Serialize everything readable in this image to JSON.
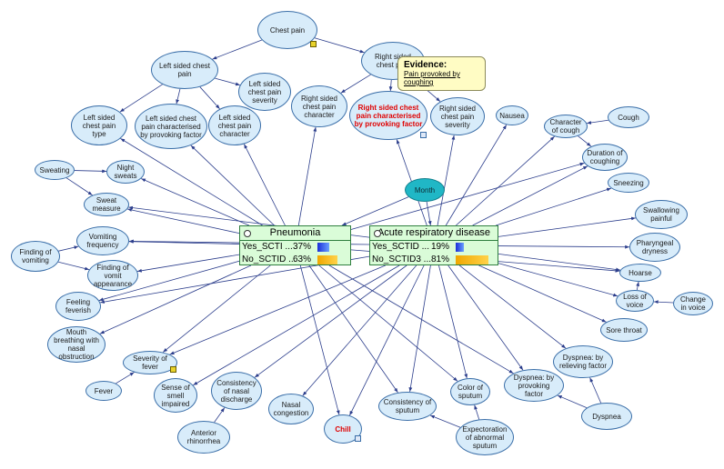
{
  "nodes": [
    {
      "id": "chest_pain",
      "label": "Chest pain",
      "marker": "yellow"
    },
    {
      "id": "left_chest_pain",
      "label": "Left sided chest pain"
    },
    {
      "id": "right_chest_pain",
      "label": "Right sided chest pain"
    },
    {
      "id": "left_severity",
      "label": "Left sided chest pain severity"
    },
    {
      "id": "left_type",
      "label": "Left sided chest pain type"
    },
    {
      "id": "left_provoking",
      "label": "Left sided chest pain characterised by provoking factor"
    },
    {
      "id": "left_character",
      "label": "Left sided chest pain character"
    },
    {
      "id": "right_character",
      "label": "Right sided chest pain character"
    },
    {
      "id": "right_provoking",
      "label": "Right sided chest pain characterised by provoking factor",
      "red": true,
      "marker": "blue"
    },
    {
      "id": "right_severity",
      "label": "Right sided chest pain severity"
    },
    {
      "id": "nausea",
      "label": "Nausea"
    },
    {
      "id": "character_cough",
      "label": "Character of cough"
    },
    {
      "id": "cough",
      "label": "Cough"
    },
    {
      "id": "duration_coughing",
      "label": "Duration of coughing"
    },
    {
      "id": "sweating",
      "label": "Sweating"
    },
    {
      "id": "night_sweats",
      "label": "Night sweats"
    },
    {
      "id": "sweat_measure",
      "label": "Sweat measure"
    },
    {
      "id": "month",
      "label": "Month",
      "teal": true
    },
    {
      "id": "sneezing",
      "label": "Sneezing"
    },
    {
      "id": "swallowing_painful",
      "label": "Swallowing painful"
    },
    {
      "id": "pharyngeal_dryness",
      "label": "Pharyngeal dryness"
    },
    {
      "id": "hoarse",
      "label": "Hoarse"
    },
    {
      "id": "loss_voice",
      "label": "Loss of voice"
    },
    {
      "id": "change_voice",
      "label": "Change in voice"
    },
    {
      "id": "sore_throat",
      "label": "Sore throat"
    },
    {
      "id": "finding_vomiting",
      "label": "Finding of vomiting"
    },
    {
      "id": "vomiting_frequency",
      "label": "Vomiting frequency"
    },
    {
      "id": "vomit_appearance",
      "label": "Finding of vomit appearance"
    },
    {
      "id": "feeling_feverish",
      "label": "Feeling feverish"
    },
    {
      "id": "mouth_breathing",
      "label": "Mouth breathing with nasal obstruction"
    },
    {
      "id": "severity_fever",
      "label": "Severity of fever",
      "marker": "yellow"
    },
    {
      "id": "fever",
      "label": "Fever"
    },
    {
      "id": "sense_smell",
      "label": "Sense of smell impaired"
    },
    {
      "id": "nasal_discharge",
      "label": "Consistency of nasal discharge"
    },
    {
      "id": "anterior_rhinorrhea",
      "label": "Anterior rhinorrhea"
    },
    {
      "id": "nasal_congestion",
      "label": "Nasal congestion"
    },
    {
      "id": "chill",
      "label": "Chill",
      "red": true,
      "marker": "blue"
    },
    {
      "id": "consistency_sputum",
      "label": "Consistency of sputum"
    },
    {
      "id": "color_sputum",
      "label": "Color of sputum"
    },
    {
      "id": "expectoration",
      "label": "Expectoration of abnormal sputum"
    },
    {
      "id": "dyspnea_provoking",
      "label": "Dyspnea: by provoking factor"
    },
    {
      "id": "dyspnea_relieving",
      "label": "Dyspnea: by relieving factor"
    },
    {
      "id": "dyspnea",
      "label": "Dyspnea"
    }
  ],
  "probability_nodes": [
    {
      "id": "pneumonia",
      "title": "Pneumonia",
      "rows": [
        {
          "label": "Yes_SCTI ...",
          "value": "37%",
          "fraction": 0.37,
          "color": "blue"
        },
        {
          "label": "No_SCTID ...",
          "value": "63%",
          "fraction": 0.63,
          "color": "orange"
        }
      ]
    },
    {
      "id": "ard",
      "title": "Acute respiratory disease",
      "rows": [
        {
          "label": "Yes_SCTID ...",
          "value": "19%",
          "fraction": 0.19,
          "color": "blue"
        },
        {
          "label": "No_SCTID3 ...",
          "value": "81%",
          "fraction": 0.81,
          "color": "orange"
        }
      ]
    }
  ],
  "evidence": {
    "heading": "Evidence:",
    "text": "Pain provoked by coughing"
  },
  "edges": [
    [
      "chest_pain",
      "left_chest_pain"
    ],
    [
      "chest_pain",
      "right_chest_pain"
    ],
    [
      "left_chest_pain",
      "left_type"
    ],
    [
      "left_chest_pain",
      "left_provoking"
    ],
    [
      "left_chest_pain",
      "left_character"
    ],
    [
      "left_chest_pain",
      "left_severity"
    ],
    [
      "right_chest_pain",
      "right_character"
    ],
    [
      "right_chest_pain",
      "right_provoking"
    ],
    [
      "right_chest_pain",
      "right_severity"
    ],
    [
      "cough",
      "character_cough"
    ],
    [
      "character_cough",
      "duration_coughing"
    ],
    [
      "sweating",
      "night_sweats"
    ],
    [
      "sweating",
      "sweat_measure"
    ],
    [
      "finding_vomiting",
      "vomiting_frequency"
    ],
    [
      "finding_vomiting",
      "vomit_appearance"
    ],
    [
      "fever",
      "severity_fever"
    ],
    [
      "anterior_rhinorrhea",
      "nasal_discharge"
    ],
    [
      "expectoration",
      "consistency_sputum"
    ],
    [
      "expectoration",
      "color_sputum"
    ],
    [
      "change_voice",
      "loss_voice"
    ],
    [
      "loss_voice",
      "hoarse"
    ],
    [
      "dyspnea",
      "dyspnea_provoking"
    ],
    [
      "dyspnea",
      "dyspnea_relieving"
    ],
    [
      "month",
      "ard"
    ],
    [
      "month",
      "pneumonia"
    ],
    [
      "pneumonia",
      "left_type"
    ],
    [
      "pneumonia",
      "left_provoking"
    ],
    [
      "pneumonia",
      "left_character"
    ],
    [
      "pneumonia",
      "right_character"
    ],
    [
      "pneumonia",
      "night_sweats"
    ],
    [
      "pneumonia",
      "sweat_measure"
    ],
    [
      "pneumonia",
      "vomiting_frequency"
    ],
    [
      "pneumonia",
      "vomit_appearance"
    ],
    [
      "pneumonia",
      "feeling_feverish"
    ],
    [
      "pneumonia",
      "mouth_breathing"
    ],
    [
      "pneumonia",
      "severity_fever"
    ],
    [
      "pneumonia",
      "chill"
    ],
    [
      "pneumonia",
      "consistency_sputum"
    ],
    [
      "pneumonia",
      "color_sputum"
    ],
    [
      "pneumonia",
      "dyspnea_provoking"
    ],
    [
      "pneumonia",
      "hoarse"
    ],
    [
      "pneumonia",
      "duration_coughing"
    ],
    [
      "ard",
      "right_provoking"
    ],
    [
      "ard",
      "right_severity"
    ],
    [
      "ard",
      "nausea"
    ],
    [
      "ard",
      "character_cough"
    ],
    [
      "ard",
      "duration_coughing"
    ],
    [
      "ard",
      "sneezing"
    ],
    [
      "ard",
      "swallowing_painful"
    ],
    [
      "ard",
      "pharyngeal_dryness"
    ],
    [
      "ard",
      "hoarse"
    ],
    [
      "ard",
      "loss_voice"
    ],
    [
      "ard",
      "sore_throat"
    ],
    [
      "ard",
      "dyspnea_relieving"
    ],
    [
      "ard",
      "dyspnea_provoking"
    ],
    [
      "ard",
      "color_sputum"
    ],
    [
      "ard",
      "consistency_sputum"
    ],
    [
      "ard",
      "chill"
    ],
    [
      "ard",
      "nasal_congestion"
    ],
    [
      "ard",
      "nasal_discharge"
    ],
    [
      "ard",
      "sense_smell"
    ],
    [
      "ard",
      "severity_fever"
    ],
    [
      "ard",
      "feeling_feverish"
    ],
    [
      "ard",
      "sweat_measure"
    ],
    [
      "ard",
      "vomiting_frequency"
    ]
  ]
}
